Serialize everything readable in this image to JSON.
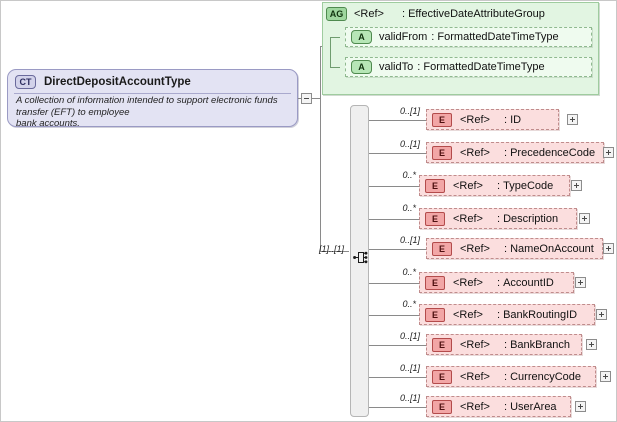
{
  "diagram": {
    "kind": "xsd-schema-diagram",
    "colors": {
      "complex_type_fill": "#e3e3f3",
      "complex_type_border": "#9a9ac4",
      "attribute_group_fill": "#e2f5e2",
      "attribute_group_border": "#9fcc9f",
      "attribute_row_fill": "#effbef",
      "element_row_fill": "#fbdede",
      "element_badge_fill": "#f2a6a6",
      "sequence_bar_fill": "#efefef",
      "connector_line": "#8a8a8a",
      "background": "#ffffff"
    }
  },
  "complex_type": {
    "badge": "CT",
    "badge_icon": "complex-type-icon",
    "name": "DirectDepositAccountType",
    "documentation": "A collection of information intended to support electronic funds transfer (EFT) to employee\nbank accounts.",
    "expander": "-"
  },
  "attribute_group": {
    "badge": "AG",
    "badge_icon": "attribute-group-icon",
    "ref": "<Ref>",
    "separator": ":",
    "name": "EffectiveDateAttributeGroup",
    "attributes": [
      {
        "badge": "A",
        "badge_icon": "attribute-icon",
        "name": "validFrom",
        "separator": ":",
        "type": "FormattedDateTimeType"
      },
      {
        "badge": "A",
        "badge_icon": "attribute-icon",
        "name": "validTo",
        "separator": ":",
        "type": "FormattedDateTimeType"
      }
    ]
  },
  "sequence": {
    "icon": "sequence-compositor-icon",
    "cardinality": "[1]..[1]"
  },
  "elements": [
    {
      "badge": "E",
      "badge_icon": "element-icon",
      "ref": "<Ref>",
      "separator": ":",
      "name": "ID",
      "cardinality": "0..[1]",
      "expander": "+"
    },
    {
      "badge": "E",
      "badge_icon": "element-icon",
      "ref": "<Ref>",
      "separator": ":",
      "name": "PrecedenceCode",
      "cardinality": "0..[1]",
      "expander": "+"
    },
    {
      "badge": "E",
      "badge_icon": "element-icon",
      "ref": "<Ref>",
      "separator": ":",
      "name": "TypeCode",
      "cardinality": "0..*",
      "expander": "+"
    },
    {
      "badge": "E",
      "badge_icon": "element-icon",
      "ref": "<Ref>",
      "separator": ":",
      "name": "Description",
      "cardinality": "0..*",
      "expander": "+"
    },
    {
      "badge": "E",
      "badge_icon": "element-icon",
      "ref": "<Ref>",
      "separator": ":",
      "name": "NameOnAccount",
      "cardinality": "0..[1]",
      "expander": "+"
    },
    {
      "badge": "E",
      "badge_icon": "element-icon",
      "ref": "<Ref>",
      "separator": ":",
      "name": "AccountID",
      "cardinality": "0..*",
      "expander": "+"
    },
    {
      "badge": "E",
      "badge_icon": "element-icon",
      "ref": "<Ref>",
      "separator": ":",
      "name": "BankRoutingID",
      "cardinality": "0..*",
      "expander": "+"
    },
    {
      "badge": "E",
      "badge_icon": "element-icon",
      "ref": "<Ref>",
      "separator": ":",
      "name": "BankBranch",
      "cardinality": "0..[1]",
      "expander": "+"
    },
    {
      "badge": "E",
      "badge_icon": "element-icon",
      "ref": "<Ref>",
      "separator": ":",
      "name": "CurrencyCode",
      "cardinality": "0..[1]",
      "expander": "+"
    },
    {
      "badge": "E",
      "badge_icon": "element-icon",
      "ref": "<Ref>",
      "separator": ":",
      "name": "UserArea",
      "cardinality": "0..[1]",
      "expander": "+"
    }
  ]
}
